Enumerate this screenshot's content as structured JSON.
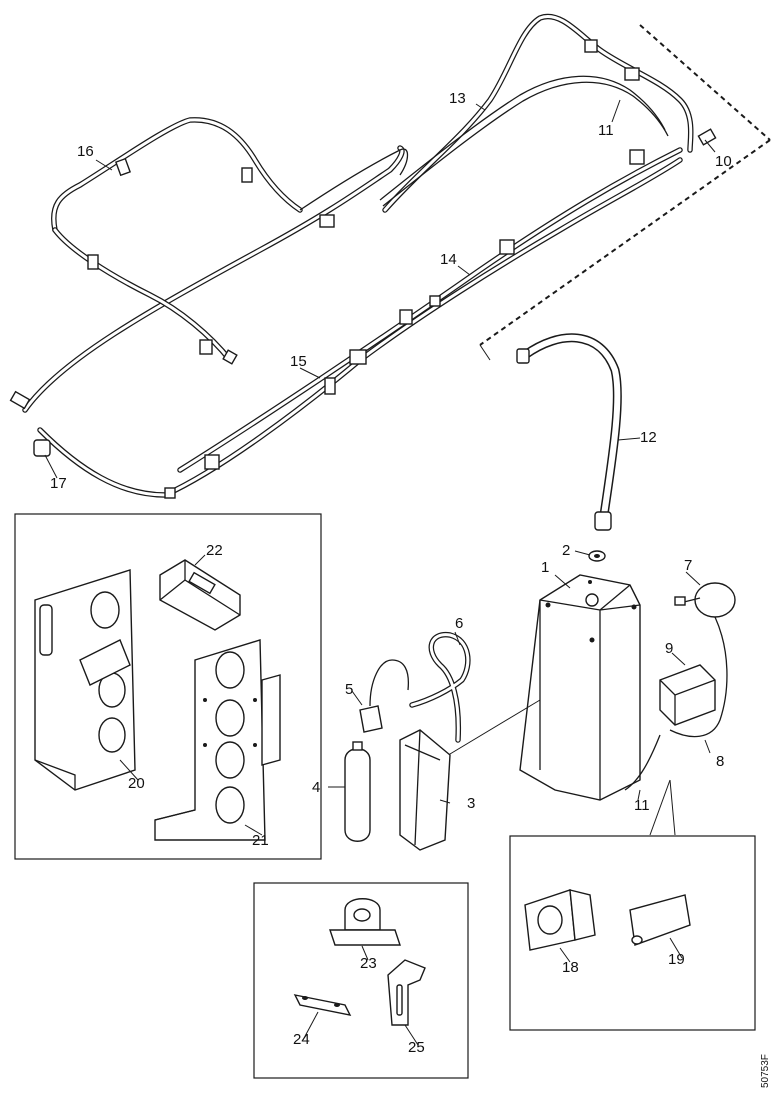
{
  "callouts": {
    "p1": "1",
    "p2": "2",
    "p3": "3",
    "p4": "4",
    "p5": "5",
    "p6": "6",
    "p7": "7",
    "p8": "8",
    "p9": "9",
    "p10": "10",
    "p11a": "11",
    "p11b": "11",
    "p12": "12",
    "p13": "13",
    "p14": "14",
    "p15": "15",
    "p16": "16",
    "p17": "17",
    "p18": "18",
    "p19": "19",
    "p20": "20",
    "p21": "21",
    "p22": "22",
    "p23": "23",
    "p24": "24",
    "p25": "25"
  },
  "drawing_code": "50753F"
}
